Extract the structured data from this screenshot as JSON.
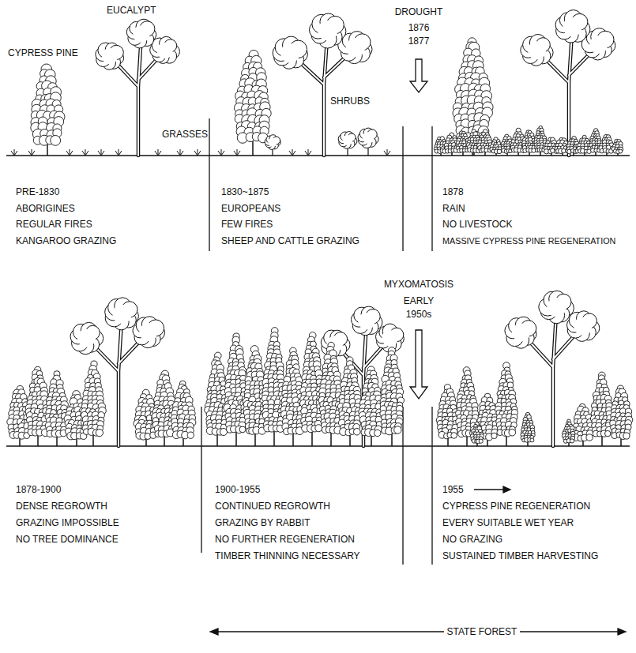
{
  "diagram": {
    "labels": [
      "CYPRESS PINE",
      "EUCALYPT",
      "GRASSES",
      "SHRUBS",
      "DROUGHT",
      "1876",
      "1877",
      "PRE-1830",
      "ABORIGINES",
      "REGULAR FIRES",
      "KANGAROO GRAZING",
      "1830~1875",
      "EUROPEANS",
      "FEW FIRES",
      "SHEEP AND CATTLE GRAZING",
      "1878",
      "RAIN",
      "NO LIVESTOCK",
      "MASSIVE CYPRESS PINE REGENERATION",
      "MYXOMATOSIS",
      "EARLY",
      "1950s",
      "1878-1900",
      "DENSE REGROWTH",
      "GRAZING IMPOSSIBLE",
      "NO TREE DOMINANCE",
      "1900-1955",
      "CONTINUED REGROWTH",
      "GRAZING BY RABBIT",
      "NO FURTHER REGENERATION",
      "TIMBER THINNING NECESSARY",
      "1955",
      "CYPRESS PINE REGENERATION",
      "EVERY SUITABLE WET YEAR",
      "NO GRAZING",
      "SUSTAINED TIMBER HARVESTING",
      "STATE FOREST"
    ]
  }
}
